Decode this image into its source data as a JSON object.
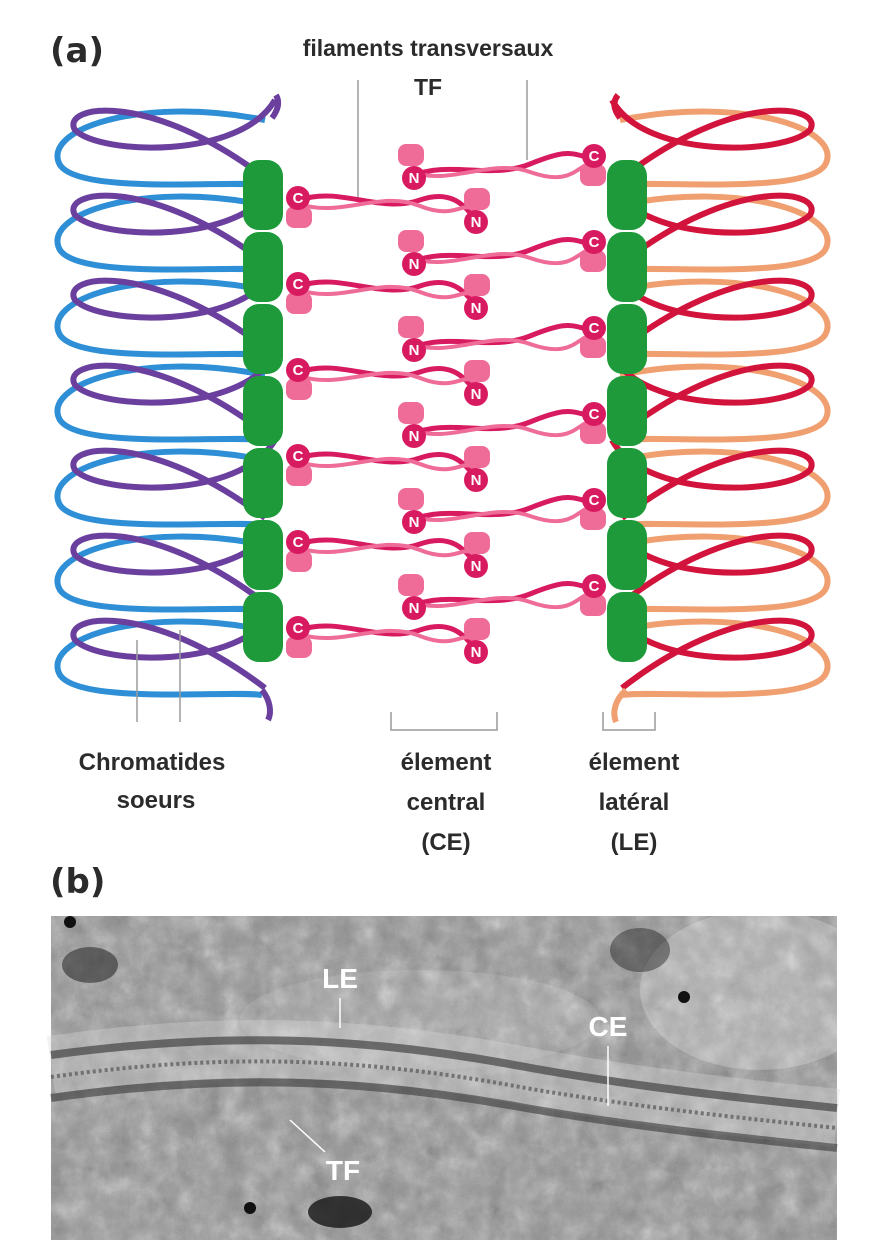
{
  "panel_a": {
    "label": "(a)",
    "tf_title": "filaments transversaux",
    "tf_abbrev": "TF",
    "chromatids_line1": "Chromatides",
    "chromatids_line2": "soeurs",
    "central_line1": "élement",
    "central_line2": "central",
    "central_line3": "(CE)",
    "lateral_line1": "élement",
    "lateral_line2": "latéral",
    "lateral_line3": "(LE)",
    "c_terminus": "C",
    "n_terminus": "N"
  },
  "panel_b": {
    "label": "(b)",
    "le": "LE",
    "ce": "CE",
    "tf": "TF"
  },
  "colors": {
    "chromatid_blue": "#2f8fd6",
    "chromatid_purple": "#6a3f9e",
    "chromatid_red": "#d2143c",
    "chromatid_peach": "#f0a070",
    "lateral_element": "#1f9a3a",
    "filament": "#d81b60",
    "filament_light": "#ee6c97",
    "text": "#2b2b2b"
  }
}
